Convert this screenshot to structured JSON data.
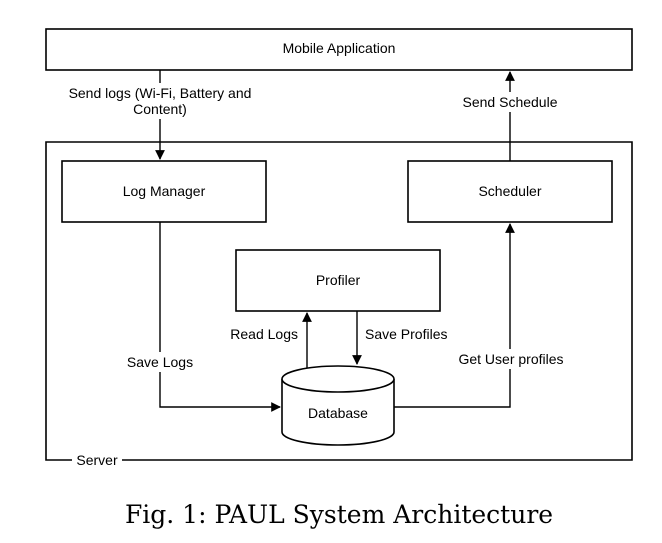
{
  "nodes": {
    "mobile_app": "Mobile Application",
    "log_manager": "Log Manager",
    "scheduler": "Scheduler",
    "profiler": "Profiler",
    "database": "Database",
    "server": "Server"
  },
  "edges": {
    "send_logs": [
      "Send logs (Wi-Fi, Battery and",
      "Content)"
    ],
    "send_schedule": "Send Schedule",
    "read_logs": "Read Logs",
    "save_profiles": "Save Profiles",
    "save_logs": "Save Logs",
    "get_user_profiles": "Get User profiles"
  },
  "caption": "Fig. 1: PAUL System Architecture"
}
